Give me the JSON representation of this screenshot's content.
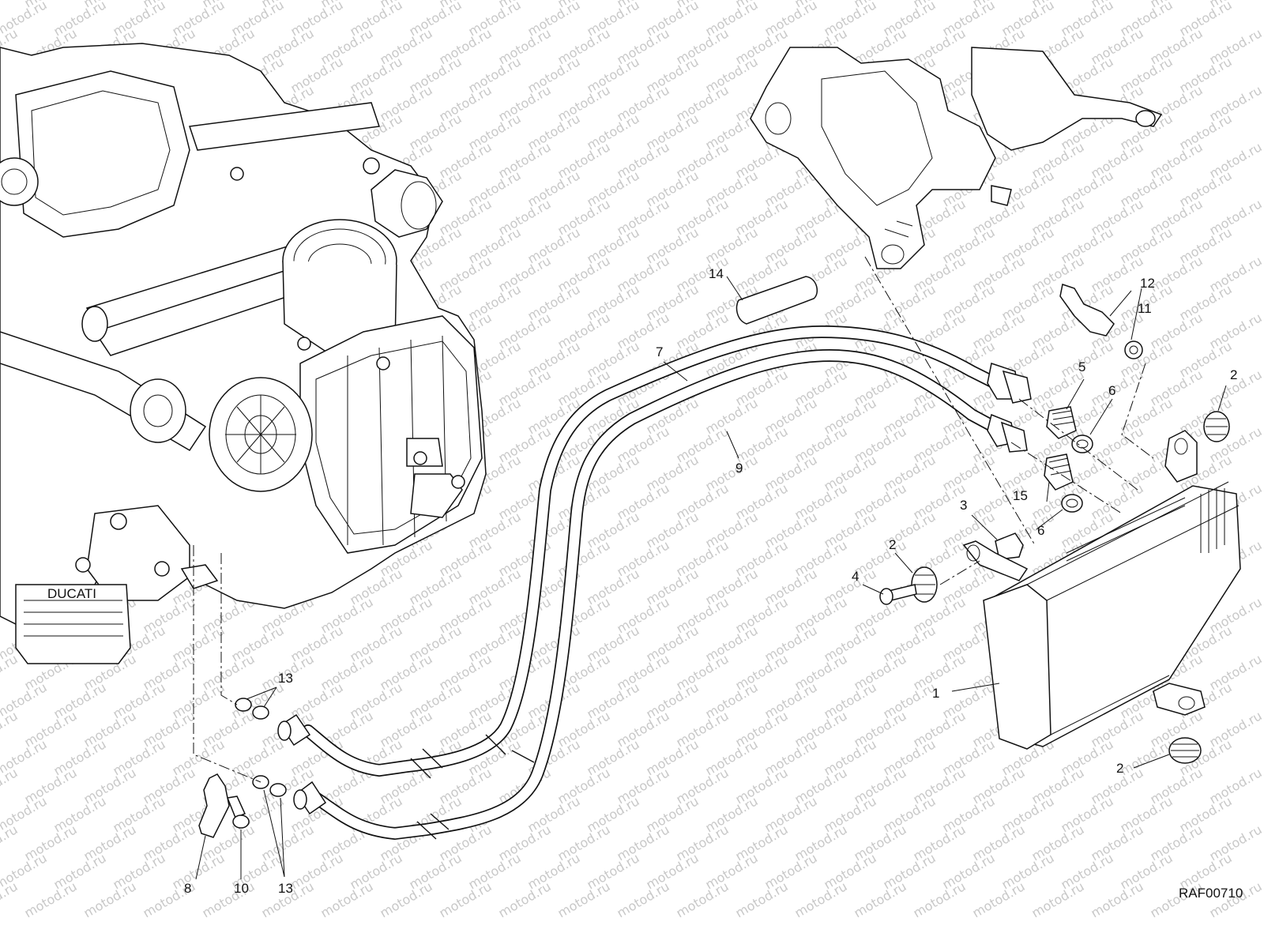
{
  "diagram": {
    "drawing_code": "RAF00710",
    "watermark_text": "motod.ru",
    "callouts": [
      {
        "id": "c1",
        "text": "1"
      },
      {
        "id": "c2a",
        "text": "2"
      },
      {
        "id": "c2b",
        "text": "2"
      },
      {
        "id": "c2c",
        "text": "2"
      },
      {
        "id": "c3",
        "text": "3"
      },
      {
        "id": "c4",
        "text": "4"
      },
      {
        "id": "c5",
        "text": "5"
      },
      {
        "id": "c6a",
        "text": "6"
      },
      {
        "id": "c6b",
        "text": "6"
      },
      {
        "id": "c7",
        "text": "7"
      },
      {
        "id": "c8",
        "text": "8"
      },
      {
        "id": "c9",
        "text": "9"
      },
      {
        "id": "c10",
        "text": "10"
      },
      {
        "id": "c11",
        "text": "11"
      },
      {
        "id": "c12",
        "text": "12"
      },
      {
        "id": "c13a",
        "text": "13"
      },
      {
        "id": "c13b",
        "text": "13"
      },
      {
        "id": "c14",
        "text": "14"
      },
      {
        "id": "c15",
        "text": "15"
      }
    ],
    "engine_brand_text": "DUCATI"
  }
}
